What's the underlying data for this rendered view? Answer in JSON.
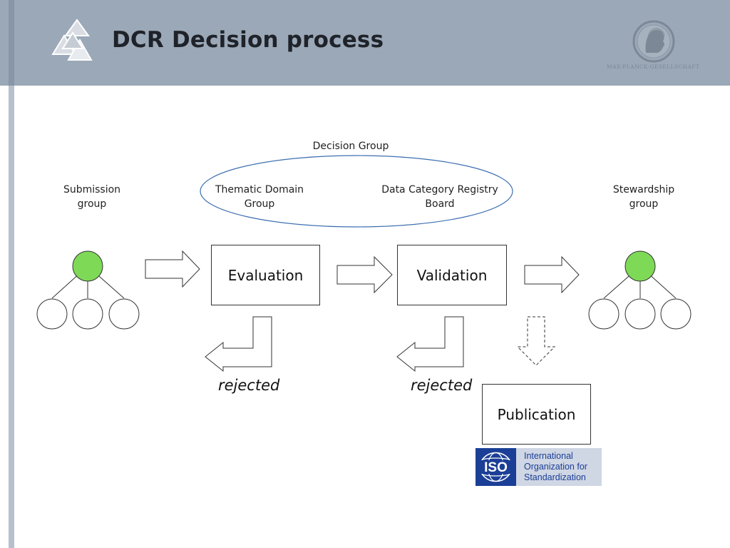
{
  "slide": {
    "title": "DCR Decision process",
    "logo_left_icon": "triangles-logo-icon",
    "logo_right_icon": "max-planck-logo-icon",
    "logo_right_caption": "MAX-PLANCK-GESELLSCHAFT"
  },
  "diagram": {
    "decision_group_label": "Decision Group",
    "submission_group_label": "Submission\ngroup",
    "thematic_domain_label": "Thematic Domain\nGroup",
    "dcr_board_label": "Data Category Registry\nBoard",
    "stewardship_group_label": "Stewardship\ngroup",
    "evaluation_label": "Evaluation",
    "validation_label": "Validation",
    "publication_label": "Publication",
    "rejected_1": "rejected",
    "rejected_2": "rejected",
    "node_color": "#7ed957"
  },
  "iso_logo": {
    "badge_text": "ISO",
    "line1": "International",
    "line2": "Organization for",
    "line3": "Standardization",
    "color": "#1b3f96"
  }
}
